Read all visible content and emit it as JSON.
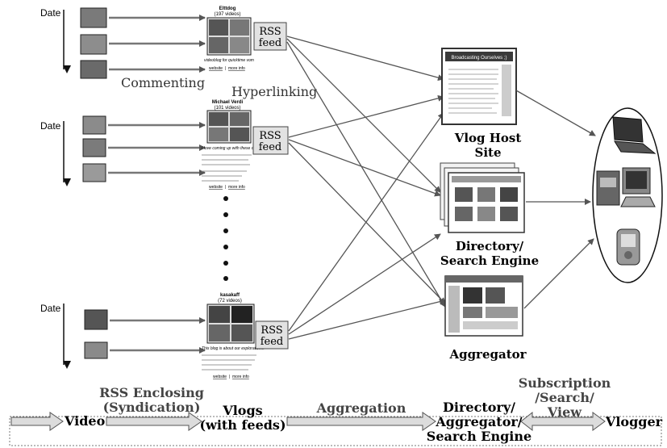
{
  "date_label": "Date",
  "rss_feed_label": [
    "RSS",
    "feed"
  ],
  "annotations": {
    "commenting": "Commenting",
    "hyperlinking": "Hyperlinking"
  },
  "vlogs": [
    {
      "name": "Elttdog",
      "count": "(197 videos)",
      "caption": "videoblog for quicktime vom",
      "links": [
        "website",
        "more info"
      ]
    },
    {
      "name": "Michael Verdi",
      "count": "(101 videos)",
      "caption": "I love coming up with these descriptive vlogs...",
      "links": [
        "website",
        "more info"
      ]
    },
    {
      "name": "kasakaff",
      "count": "(72 videos)",
      "caption": "This blog is about our exploration...",
      "links": [
        "website",
        "more info"
      ]
    }
  ],
  "hubs": {
    "vlog_host": [
      "Vlog Host",
      "Site"
    ],
    "directory": [
      "Directory/",
      "Search Engine"
    ],
    "aggregator": [
      "Aggregator"
    ],
    "host_banner": "Broadcasting Ourselves ;)"
  },
  "bottom": {
    "video": "Video",
    "rss_enclosing": [
      "RSS Enclosing",
      "(Syndication)"
    ],
    "vlogs": [
      "Vlogs",
      "(with feeds)"
    ],
    "aggregation": "Aggregation",
    "directory": [
      "Directory/",
      "Aggregator/",
      "Search Engine"
    ],
    "subscription": [
      "Subscription",
      "/Search/",
      "View"
    ],
    "vlogger": "Vlogger"
  },
  "colors": {
    "line": "#555555",
    "box": "#e2e2e2",
    "photo": "#6e6e6e",
    "dark": "#333333"
  }
}
